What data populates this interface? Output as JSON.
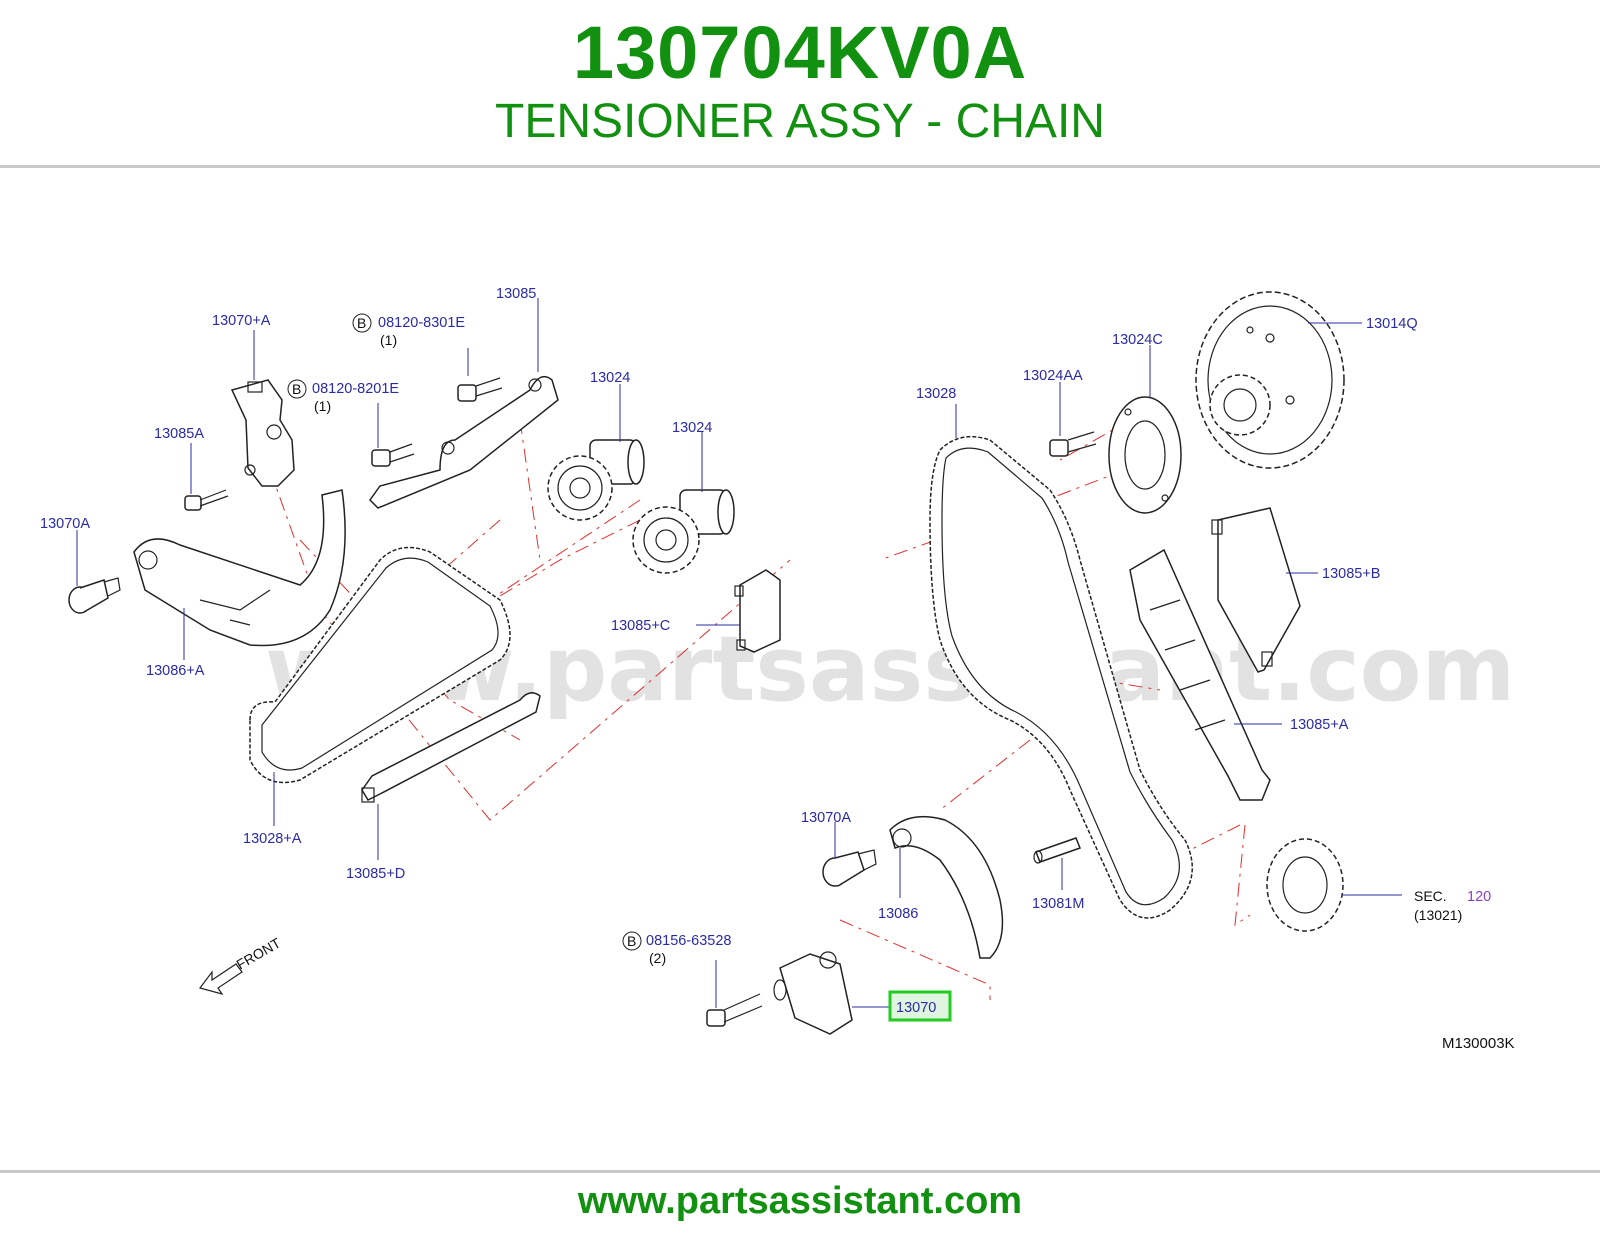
{
  "header": {
    "part_number": "130704KV0A",
    "part_title": "TENSIONER ASSY - CHAIN"
  },
  "diagram": {
    "watermark": "www.partsassistant.com",
    "front_label": "FRONT",
    "figure_code": "M130003K",
    "sec_label": "SEC.",
    "sec_number": "120",
    "sec_ref": "(13021)",
    "bolt_marker": "B",
    "callouts": {
      "c13070_plus_a": "13070+A",
      "c13085_top": "13085",
      "c08120_8301e": "08120-8301E",
      "c08120_8301e_qty": "(1)",
      "c08120_8201e": "08120-8201E",
      "c08120_8201e_qty": "(1)",
      "c13085a": "13085A",
      "c13070a_left": "13070A",
      "c13024_a": "13024",
      "c13024_b": "13024",
      "c13086_plus_a": "13086+A",
      "c13085_plus_c": "13085+C",
      "c13028": "13028",
      "c13024aa": "13024AA",
      "c13024c": "13024C",
      "c13014q": "13014Q",
      "c13085_plus_b": "13085+B",
      "c13085_plus_a": "13085+A",
      "c13028_plus_a": "13028+A",
      "c13085_plus_d": "13085+D",
      "c13070a_mid": "13070A",
      "c13086": "13086",
      "c13081m": "13081M",
      "c08156_63528": "08156-63528",
      "c08156_63528_qty": "(2)",
      "c13070_highlight": "13070"
    }
  },
  "footer": {
    "url": "www.partsassistant.com"
  },
  "colors": {
    "brand_green": "#12900f",
    "callout_blue": "#2b2ba6",
    "highlight_green": "#22cc22",
    "dash_red": "#e03030",
    "rule_gray": "#c8c8c8"
  }
}
